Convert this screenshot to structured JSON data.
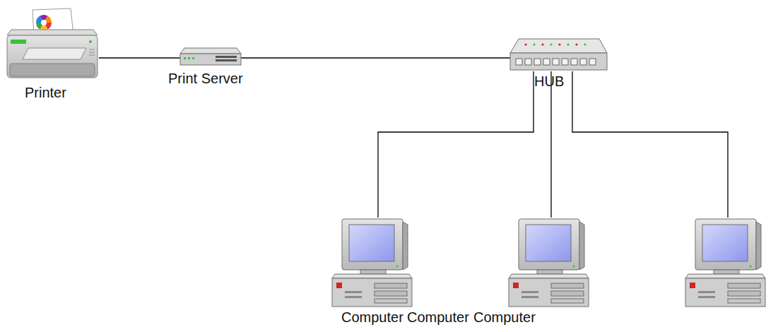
{
  "diagram": {
    "nodes": [
      {
        "text": [
          "Printer"
        ]
      },
      {
        "text": [
          "Print Server"
        ]
      },
      {
        "text": [
          "HUB"
        ]
      },
      {
        "text": [
          "Computer"
        ]
      },
      {
        "text": [
          "Computer"
        ]
      },
      {
        "text": [
          "Computer"
        ]
      }
    ],
    "edges": [
      {
        "from": 0,
        "to": 1,
        "arrow": "none"
      },
      {
        "from": 1,
        "to": 2,
        "arrow": "none"
      },
      {
        "from": 2,
        "to": 3,
        "arrow": "none"
      },
      {
        "from": 2,
        "to": 4,
        "arrow": "none"
      },
      {
        "from": 2,
        "to": 5,
        "arrow": "none"
      }
    ]
  }
}
